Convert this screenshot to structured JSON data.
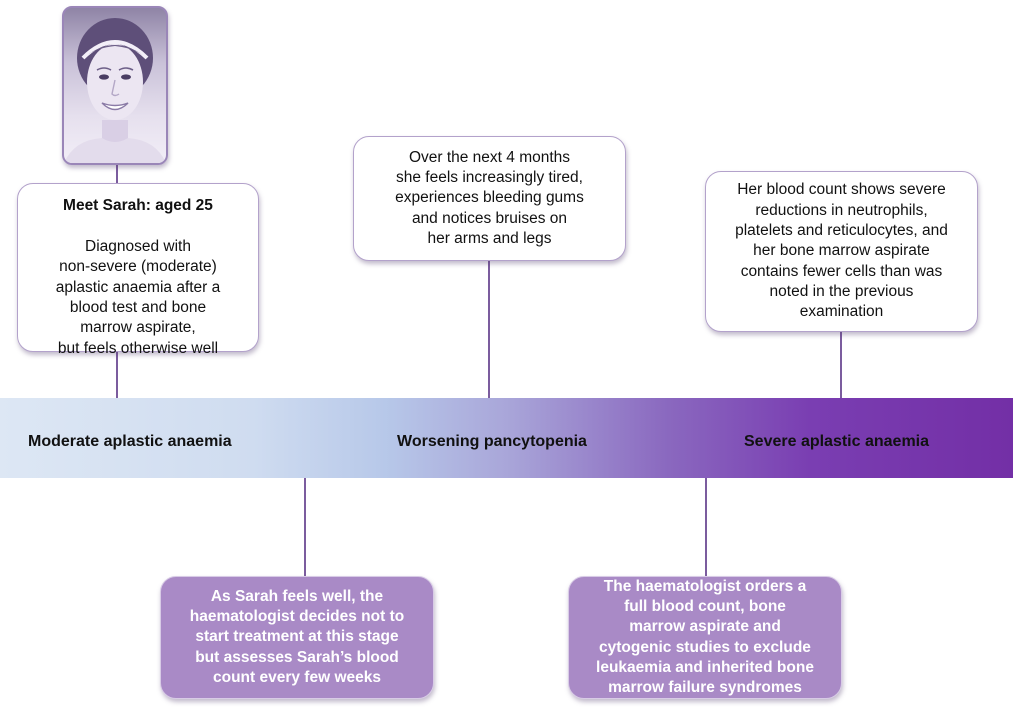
{
  "intro_box": {
    "title": "Meet Sarah: aged 25",
    "text": "Diagnosed with\nnon-severe (moderate)\naplastic anaemia after a\nblood test and bone\nmarrow aspirate,\nbut feels otherwise well"
  },
  "months_box": {
    "text": "Over the next 4 months\nshe feels increasingly tired,\nexperiences bleeding gums\nand notices bruises on\nher arms and legs"
  },
  "blood_count_box": {
    "text": "Her blood count shows severe\nreductions in neutrophils,\nplatelets and reticulocytes, and\nher bone marrow aspirate\ncontains fewer cells than was\nnoted in the previous\nexamination"
  },
  "stages": {
    "stage1": "Moderate aplastic anaemia",
    "stage2": "Worsening pancytopenia",
    "stage3": "Severe aplastic anaemia"
  },
  "treatment_box": {
    "text": "As Sarah feels well, the\nhaematologist decides not to\nstart treatment at this stage\nbut assesses Sarah’s blood\ncount every few weeks"
  },
  "orders_box": {
    "text": "The haematologist orders a\nfull blood count, bone\nmarrow aspirate and\ncytogenic studies to exclude\nleukaemia and inherited bone\nmarrow failure syndromes"
  },
  "colors": {
    "band_start": "#dde7f4",
    "band_end": "#732fa6",
    "connector": "#7b5c9e",
    "purple_box": "#a98ac6"
  }
}
